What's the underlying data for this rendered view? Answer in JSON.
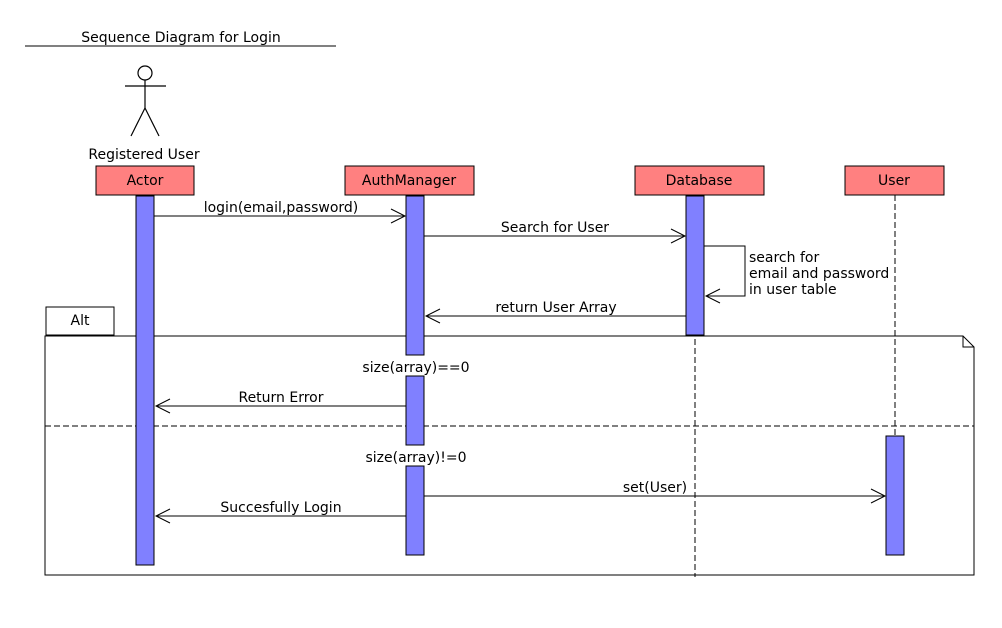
{
  "title": "Sequence Diagram for Login",
  "actor_figure_label": "Registered User",
  "colors": {
    "participant_fill": "#ff8080",
    "activation_fill": "#8080ff",
    "line": "#000000",
    "background": "#ffffff"
  },
  "participants": [
    {
      "id": "actor",
      "label": "Actor"
    },
    {
      "id": "auth",
      "label": "AuthManager"
    },
    {
      "id": "db",
      "label": "Database"
    },
    {
      "id": "user",
      "label": "User"
    }
  ],
  "messages": [
    {
      "from": "actor",
      "to": "auth",
      "label": "login(email,password)"
    },
    {
      "from": "auth",
      "to": "db",
      "label": "Search for User"
    },
    {
      "from": "db",
      "to": "db",
      "label_lines": [
        "search for",
        "email and password",
        "in user table"
      ]
    },
    {
      "from": "db",
      "to": "auth",
      "label": "return User Array"
    },
    {
      "from": "auth",
      "to": "actor",
      "label": "Return Error"
    },
    {
      "from": "auth",
      "to": "user",
      "label": "set(User)"
    },
    {
      "from": "auth",
      "to": "actor",
      "label": "Succesfully Login"
    }
  ],
  "fragment": {
    "operator": "Alt",
    "guards": [
      "size(array)==0",
      "size(array)!=0"
    ]
  }
}
